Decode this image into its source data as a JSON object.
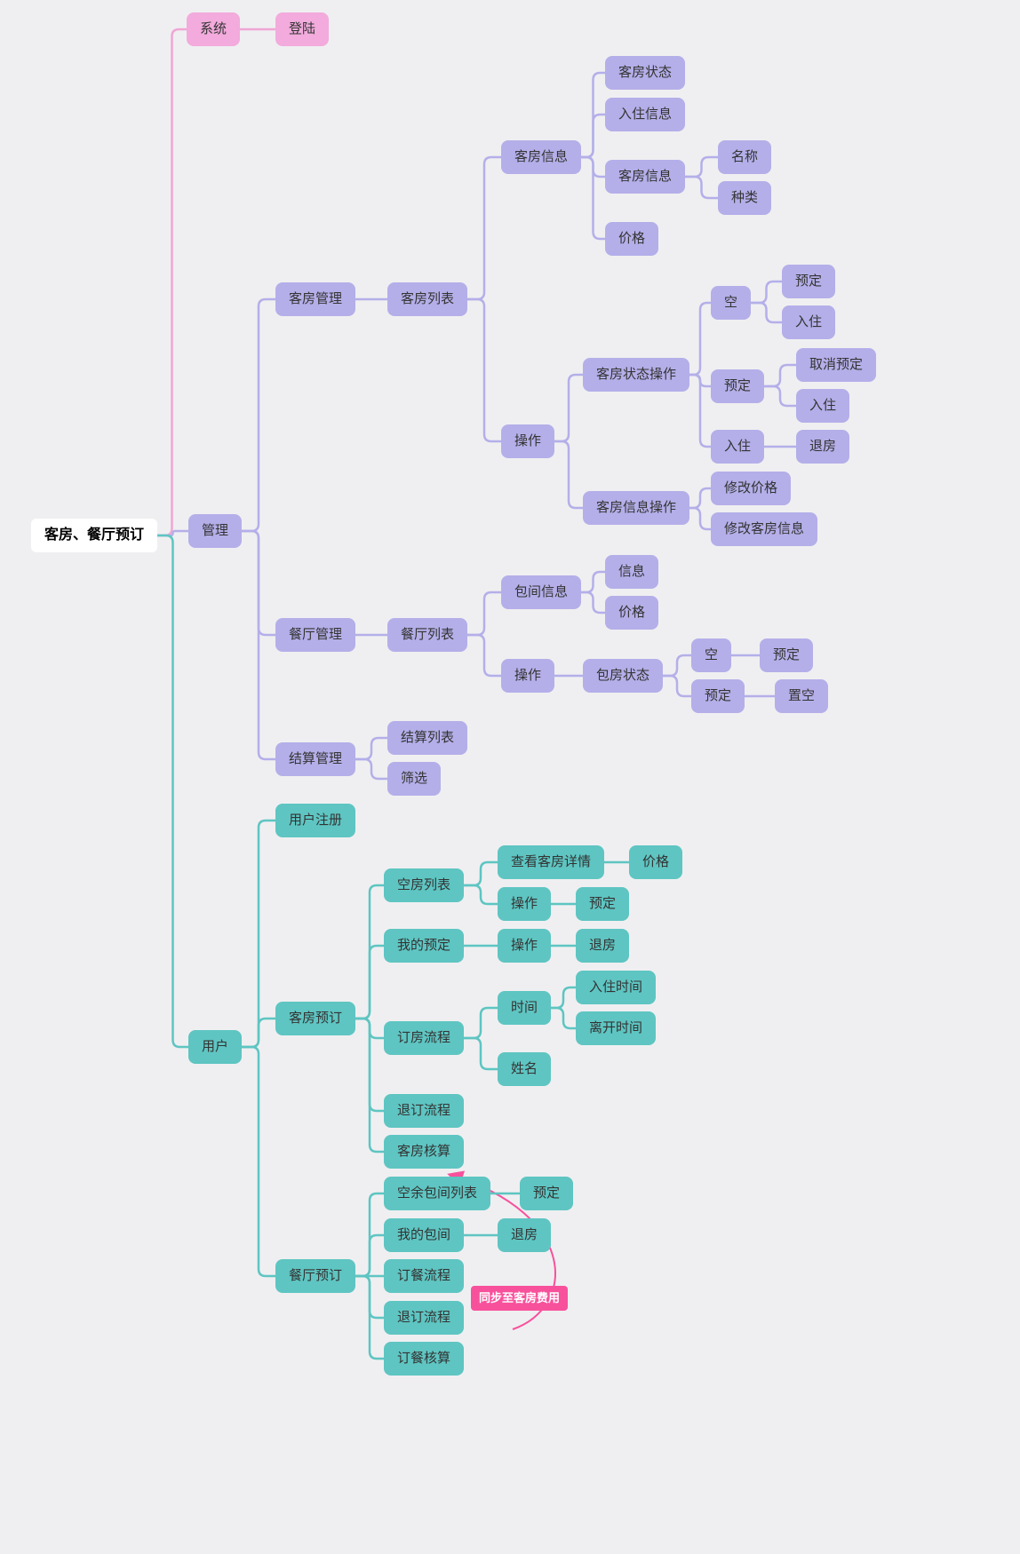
{
  "root": {
    "label": "客房、餐厅预订"
  },
  "nodes": {
    "xitong": "系统",
    "denglu": "登陆",
    "guanli": "管理",
    "kefang_guanli": "客房管理",
    "kefang_liebiao": "客房列表",
    "kefang_xinxi1": "客房信息",
    "kefang_zhuangtai": "客房状态",
    "ruzhu_xinxi": "入住信息",
    "kefang_xinxi2": "客房信息",
    "mingcheng": "名称",
    "zhonglei": "种类",
    "jiage1": "价格",
    "caozuo1": "操作",
    "kefang_zhuangtai_caozuo": "客房状态操作",
    "kong1": "空",
    "yuding1": "预定",
    "ruzhu1": "入住",
    "yuding2": "预定",
    "quxiao_yuding": "取消预定",
    "ruzhu2": "入住",
    "ruzhu3": "入住",
    "tuifang1": "退房",
    "kefang_xinxi_caozuo": "客房信息操作",
    "xiugai_jiage": "修改价格",
    "xiugai_kefang_xinxi": "修改客房信息",
    "canting_guanli": "餐厅管理",
    "canting_liebiao": "餐厅列表",
    "baojian_xinxi": "包间信息",
    "xinxi": "信息",
    "jiage2": "价格",
    "caozuo2": "操作",
    "baofang_zhuangtai": "包房状态",
    "kong2": "空",
    "yuding3": "预定",
    "yuding4": "预定",
    "zhikong": "置空",
    "jiesuan_guanli": "结算管理",
    "jiesuan_liebiao": "结算列表",
    "shaixuan": "筛选",
    "yonghu": "用户",
    "yonghu_zhuce": "用户注册",
    "kefang_yuding": "客房预订",
    "kongfang_liebiao": "空房列表",
    "chakan_kefang_xiangqing": "查看客房详情",
    "jiage3": "价格",
    "caozuo3": "操作",
    "yuding5": "预定",
    "wode_yuding": "我的预定",
    "caozuo4": "操作",
    "tuifang2": "退房",
    "dingfang_liucheng": "订房流程",
    "shijian": "时间",
    "ruzhu_shijian": "入住时间",
    "likai_shijian": "离开时间",
    "xingming": "姓名",
    "tuiding_liucheng1": "退订流程",
    "kefang_hesuan": "客房核算",
    "canting_yuding": "餐厅预订",
    "kongyu_baojian_liebiao": "空余包间列表",
    "yuding6": "预定",
    "wode_baojian": "我的包间",
    "tuifang3": "退房",
    "dingcan_liucheng": "订餐流程",
    "tuiding_liucheng2": "退订流程",
    "dingcan_hesuan": "订餐核算"
  },
  "annotation": {
    "label": "同步至客房费用"
  },
  "colors": {
    "background": "#efeff1",
    "root_bg": "#ffffff",
    "pink_node": "#f2abdc",
    "purple_node": "#b4afe9",
    "teal_node": "#5ec5c2",
    "pink_line": "#f0a6d4",
    "purple_line": "#b4afe9",
    "teal_line": "#5ec5c2",
    "annotation_color": "#f8519c",
    "text": "#333333"
  },
  "edges": [
    {
      "from": "root",
      "to": "xitong",
      "color": "pink"
    },
    {
      "from": "xitong",
      "to": "denglu",
      "color": "pink"
    },
    {
      "from": "root",
      "to": "guanli",
      "color": "purple"
    },
    {
      "from": "guanli",
      "to": "kefang_guanli",
      "color": "purple"
    },
    {
      "from": "guanli",
      "to": "canting_guanli",
      "color": "purple"
    },
    {
      "from": "guanli",
      "to": "jiesuan_guanli",
      "color": "purple"
    },
    {
      "from": "kefang_guanli",
      "to": "kefang_liebiao",
      "color": "purple"
    },
    {
      "from": "kefang_liebiao",
      "to": "kefang_xinxi1",
      "color": "purple"
    },
    {
      "from": "kefang_liebiao",
      "to": "caozuo1",
      "color": "purple"
    },
    {
      "from": "kefang_xinxi1",
      "to": "kefang_zhuangtai",
      "color": "purple"
    },
    {
      "from": "kefang_xinxi1",
      "to": "ruzhu_xinxi",
      "color": "purple"
    },
    {
      "from": "kefang_xinxi1",
      "to": "kefang_xinxi2",
      "color": "purple"
    },
    {
      "from": "kefang_xinxi1",
      "to": "jiage1",
      "color": "purple"
    },
    {
      "from": "kefang_xinxi2",
      "to": "mingcheng",
      "color": "purple"
    },
    {
      "from": "kefang_xinxi2",
      "to": "zhonglei",
      "color": "purple"
    },
    {
      "from": "caozuo1",
      "to": "kefang_zhuangtai_caozuo",
      "color": "purple"
    },
    {
      "from": "caozuo1",
      "to": "kefang_xinxi_caozuo",
      "color": "purple"
    },
    {
      "from": "kefang_zhuangtai_caozuo",
      "to": "kong1",
      "color": "purple"
    },
    {
      "from": "kefang_zhuangtai_caozuo",
      "to": "yuding2",
      "color": "purple"
    },
    {
      "from": "kefang_zhuangtai_caozuo",
      "to": "ruzhu3",
      "color": "purple"
    },
    {
      "from": "kong1",
      "to": "yuding1",
      "color": "purple"
    },
    {
      "from": "kong1",
      "to": "ruzhu1",
      "color": "purple"
    },
    {
      "from": "yuding2",
      "to": "quxiao_yuding",
      "color": "purple"
    },
    {
      "from": "yuding2",
      "to": "ruzhu2",
      "color": "purple"
    },
    {
      "from": "ruzhu3",
      "to": "tuifang1",
      "color": "purple"
    },
    {
      "from": "kefang_xinxi_caozuo",
      "to": "xiugai_jiage",
      "color": "purple"
    },
    {
      "from": "kefang_xinxi_caozuo",
      "to": "xiugai_kefang_xinxi",
      "color": "purple"
    },
    {
      "from": "canting_guanli",
      "to": "canting_liebiao",
      "color": "purple"
    },
    {
      "from": "canting_liebiao",
      "to": "baojian_xinxi",
      "color": "purple"
    },
    {
      "from": "canting_liebiao",
      "to": "caozuo2",
      "color": "purple"
    },
    {
      "from": "baojian_xinxi",
      "to": "xinxi",
      "color": "purple"
    },
    {
      "from": "baojian_xinxi",
      "to": "jiage2",
      "color": "purple"
    },
    {
      "from": "caozuo2",
      "to": "baofang_zhuangtai",
      "color": "purple"
    },
    {
      "from": "baofang_zhuangtai",
      "to": "kong2",
      "color": "purple"
    },
    {
      "from": "baofang_zhuangtai",
      "to": "yuding4",
      "color": "purple"
    },
    {
      "from": "kong2",
      "to": "yuding3",
      "color": "purple"
    },
    {
      "from": "yuding4",
      "to": "zhikong",
      "color": "purple"
    },
    {
      "from": "jiesuan_guanli",
      "to": "jiesuan_liebiao",
      "color": "purple"
    },
    {
      "from": "jiesuan_guanli",
      "to": "shaixuan",
      "color": "purple"
    },
    {
      "from": "root",
      "to": "yonghu",
      "color": "teal"
    },
    {
      "from": "yonghu",
      "to": "yonghu_zhuce",
      "color": "teal"
    },
    {
      "from": "yonghu",
      "to": "kefang_yuding",
      "color": "teal"
    },
    {
      "from": "yonghu",
      "to": "canting_yuding",
      "color": "teal"
    },
    {
      "from": "kefang_yuding",
      "to": "kongfang_liebiao",
      "color": "teal"
    },
    {
      "from": "kefang_yuding",
      "to": "wode_yuding",
      "color": "teal"
    },
    {
      "from": "kefang_yuding",
      "to": "dingfang_liucheng",
      "color": "teal"
    },
    {
      "from": "kefang_yuding",
      "to": "tuiding_liucheng1",
      "color": "teal"
    },
    {
      "from": "kefang_yuding",
      "to": "kefang_hesuan",
      "color": "teal"
    },
    {
      "from": "kongfang_liebiao",
      "to": "chakan_kefang_xiangqing",
      "color": "teal"
    },
    {
      "from": "kongfang_liebiao",
      "to": "caozuo3",
      "color": "teal"
    },
    {
      "from": "chakan_kefang_xiangqing",
      "to": "jiage3",
      "color": "teal"
    },
    {
      "from": "caozuo3",
      "to": "yuding5",
      "color": "teal"
    },
    {
      "from": "wode_yuding",
      "to": "caozuo4",
      "color": "teal"
    },
    {
      "from": "caozuo4",
      "to": "tuifang2",
      "color": "teal"
    },
    {
      "from": "dingfang_liucheng",
      "to": "shijian",
      "color": "teal"
    },
    {
      "from": "dingfang_liucheng",
      "to": "xingming",
      "color": "teal"
    },
    {
      "from": "shijian",
      "to": "ruzhu_shijian",
      "color": "teal"
    },
    {
      "from": "shijian",
      "to": "likai_shijian",
      "color": "teal"
    },
    {
      "from": "canting_yuding",
      "to": "kongyu_baojian_liebiao",
      "color": "teal"
    },
    {
      "from": "canting_yuding",
      "to": "wode_baojian",
      "color": "teal"
    },
    {
      "from": "canting_yuding",
      "to": "dingcan_liucheng",
      "color": "teal"
    },
    {
      "from": "canting_yuding",
      "to": "tuiding_liucheng2",
      "color": "teal"
    },
    {
      "from": "canting_yuding",
      "to": "dingcan_hesuan",
      "color": "teal"
    },
    {
      "from": "kongyu_baojian_liebiao",
      "to": "yuding6",
      "color": "teal"
    },
    {
      "from": "wode_baojian",
      "to": "tuifang3",
      "color": "teal"
    }
  ]
}
